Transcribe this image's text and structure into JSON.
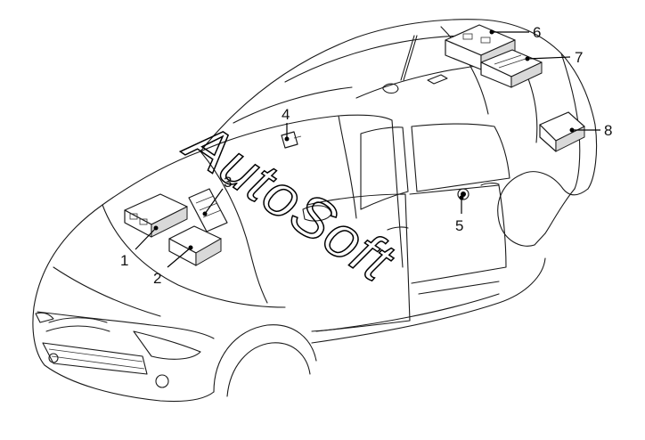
{
  "watermark": "AutoSoft",
  "callouts": [
    {
      "id": "1",
      "label": "1"
    },
    {
      "id": "2",
      "label": "2"
    },
    {
      "id": "3",
      "label": "3"
    },
    {
      "id": "4",
      "label": "4"
    },
    {
      "id": "5",
      "label": "5"
    },
    {
      "id": "6",
      "label": "6"
    },
    {
      "id": "7",
      "label": "7"
    },
    {
      "id": "8",
      "label": "8"
    }
  ]
}
